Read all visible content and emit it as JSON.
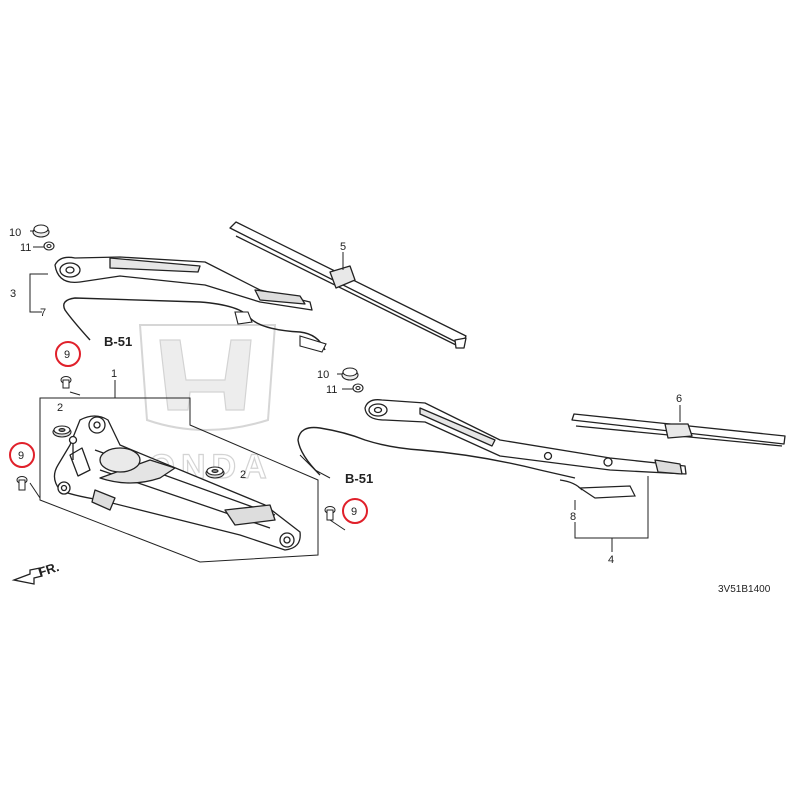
{
  "parts": {
    "p1": "1",
    "p2a": "2",
    "p2b": "2",
    "p3": "3",
    "p4": "4",
    "p5": "5",
    "p6": "6",
    "p7": "7",
    "p8": "8",
    "p9a": "9",
    "p9b": "9",
    "p9c": "9",
    "p10a": "10",
    "p10b": "10",
    "p11a": "11",
    "p11b": "11"
  },
  "refs": {
    "b51_left": "B-51",
    "b51_right": "B-51"
  },
  "front": "FR.",
  "diagram_code": "3V51B1400",
  "watermark": "HONDA",
  "colors": {
    "highlight": "#e0202a",
    "line": "#222222",
    "fill": "#ffffff",
    "shade": "#d6d6d6"
  }
}
